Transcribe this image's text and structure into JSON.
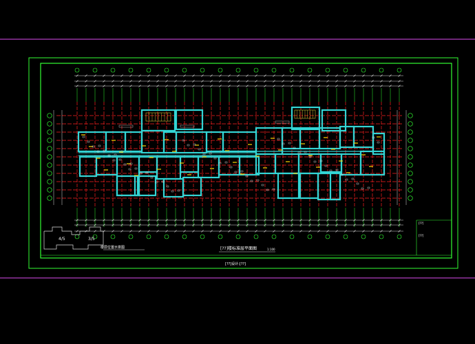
{
  "drawing": {
    "plan_title": "[??]楼标准层平面图",
    "plan_scale": "1:100",
    "key_plan_title": "楼层位置示意图",
    "key_plan_marks": [
      "4/5",
      "3/5"
    ],
    "footer_note": "[??]设计:[??]",
    "note_line1": "[??]",
    "note_line2": "[??]"
  },
  "colors": {
    "background": "#000000",
    "frame_magenta": "#b03cc0",
    "border_green": "#33ff33",
    "axis_red": "#ff2020",
    "walls_cyan": "#33d5d5",
    "dims_white": "#e0e0e0",
    "stair_yellow": "#f0e040",
    "door_yellow": "#ffd400"
  }
}
